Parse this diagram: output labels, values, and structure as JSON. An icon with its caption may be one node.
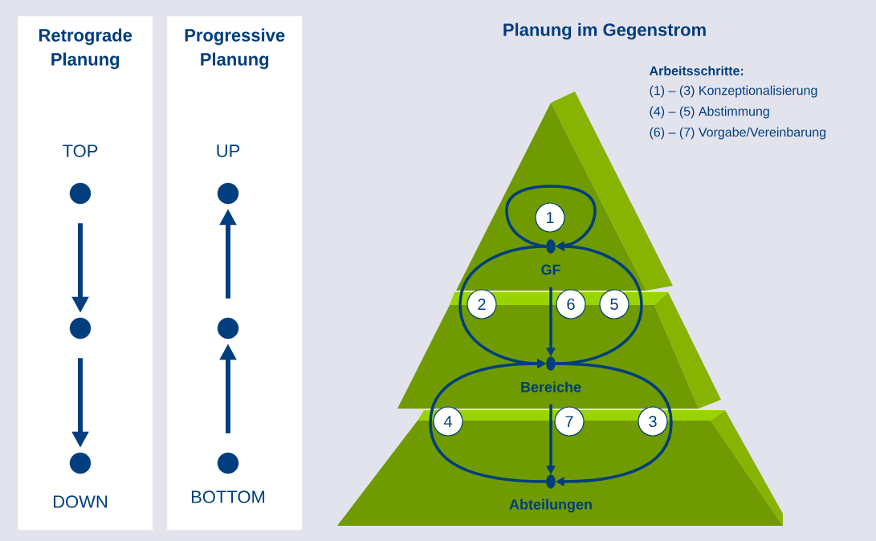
{
  "diagram": {
    "title": "Planung im Gegenstrom",
    "nodes": [
      {
        "text": [
          "Retrograde Planung"
        ]
      },
      {
        "text": [],
        "shape": "circle",
        "in": 0,
        "beside": [
          "TOP"
        ]
      },
      {
        "text": [],
        "shape": "circle",
        "in": 0
      },
      {
        "text": [],
        "shape": "circle",
        "in": 0,
        "beside": [
          "DOWN"
        ]
      },
      {
        "text": [
          "Progressive Planung"
        ]
      },
      {
        "text": [],
        "shape": "circle",
        "in": 4,
        "beside": [
          "UP"
        ]
      },
      {
        "text": [],
        "shape": "circle",
        "in": 4
      },
      {
        "text": [],
        "shape": "circle",
        "in": 4,
        "beside": [
          "BOTTOM"
        ]
      },
      {
        "text": [],
        "shape": "circle",
        "beside": [
          "GF"
        ]
      },
      {
        "text": [],
        "shape": "circle",
        "beside": [
          "Bereiche"
        ]
      },
      {
        "text": [],
        "shape": "circle",
        "beside": [
          "Abteilungen"
        ]
      },
      {
        "text": [
          "1"
        ]
      },
      {
        "text": [
          "2"
        ]
      },
      {
        "text": [
          "6"
        ]
      },
      {
        "text": [
          "5"
        ]
      },
      {
        "text": [
          "4"
        ]
      },
      {
        "text": [
          "7"
        ]
      },
      {
        "text": [
          "3"
        ]
      }
    ],
    "edges": [
      {
        "from": 1,
        "to": 2,
        "arrow": "to"
      },
      {
        "from": 2,
        "to": 3,
        "arrow": "to"
      },
      {
        "from": 7,
        "to": 6,
        "arrow": "to"
      },
      {
        "from": 6,
        "to": 5,
        "arrow": "to"
      },
      {
        "from": 8,
        "to": 8,
        "arrow": "to"
      },
      {
        "from": 8,
        "to": 9,
        "arrow": "to"
      },
      {
        "from": 9,
        "to": 8,
        "arrow": "to"
      },
      {
        "from": 8,
        "to": 9,
        "arrow": "to"
      },
      {
        "from": 10,
        "to": 9,
        "arrow": "to"
      },
      {
        "from": 9,
        "to": 10,
        "arrow": "to"
      },
      {
        "from": 9,
        "to": 10,
        "arrow": "to"
      }
    ],
    "labels": [
      "Arbeitsschritte:",
      "(1) – (3) Konzeptionalisierung",
      "(4) – (5) Abstimmung",
      "(6) – (7) Vorgabe/Vereinbarung"
    ]
  }
}
